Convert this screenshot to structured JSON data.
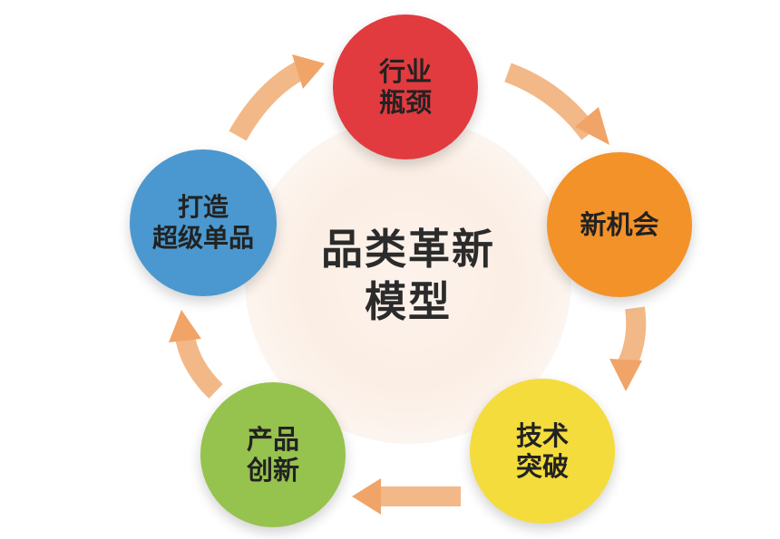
{
  "diagram": {
    "center": {
      "line1": "品类革新",
      "line2": "模型"
    },
    "nodes": [
      {
        "id": "top",
        "line1": "行业",
        "line2": "瓶颈",
        "color": "#e13b3f"
      },
      {
        "id": "right",
        "line1": "新机会",
        "line2": "",
        "color": "#f39229"
      },
      {
        "id": "bottom-right",
        "line1": "技术",
        "line2": "突破",
        "color": "#f4dc3c"
      },
      {
        "id": "bottom-left",
        "line1": "产品",
        "line2": "创新",
        "color": "#96c24e"
      },
      {
        "id": "left",
        "line1": "打造",
        "line2": "超级单品",
        "color": "#4a98cf"
      }
    ],
    "arrow_color": "#f0a468",
    "flow": "clockwise"
  }
}
